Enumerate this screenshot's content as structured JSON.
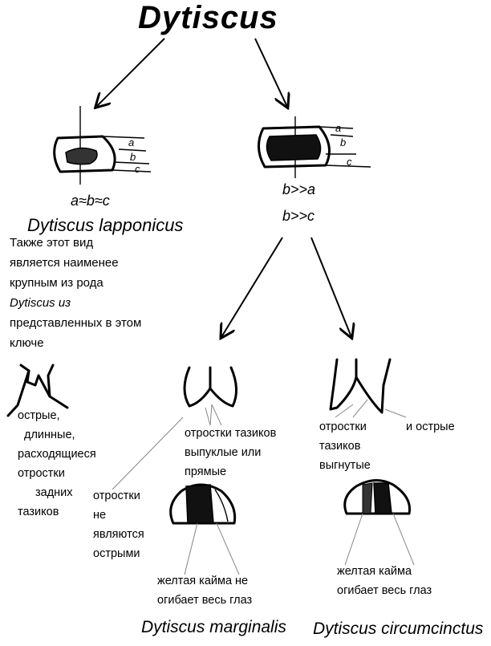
{
  "title": "Dytiscus",
  "left_branch": {
    "formula": "a≈b≈c",
    "species": "Dytiscus lapponicus",
    "note_lines": [
      "Также этот вид",
      "является наименее",
      "крупным из рода",
      "Dytiscus из",
      "представленных в этом",
      "ключе"
    ],
    "labels": [
      "a",
      "b",
      "c"
    ],
    "coxa_note": [
      "острые,",
      "длинные,",
      "расходящиеся",
      "отростки",
      "задних",
      "тазиков"
    ]
  },
  "right_branch": {
    "formula_1": "b>>a",
    "formula_2": "b>>c",
    "labels": [
      "a",
      "b",
      "c"
    ]
  },
  "marginalis": {
    "coxa_note": [
      "отростки тазиков",
      "выпуклые или",
      "прямые"
    ],
    "not_sharp": [
      "отростки",
      "не",
      "являются",
      "острыми"
    ],
    "eye_note": [
      "желтая кайма не",
      "огибает весь глаз"
    ],
    "species": "Dytiscus marginalis"
  },
  "circumcinctus": {
    "coxa_note": [
      "отростки",
      "тазиков",
      "выгнутые"
    ],
    "sharp": "и острые",
    "eye_note": [
      "желтая кайма",
      "огибает весь глаз"
    ],
    "species": "Dytiscus circumcinctus"
  }
}
